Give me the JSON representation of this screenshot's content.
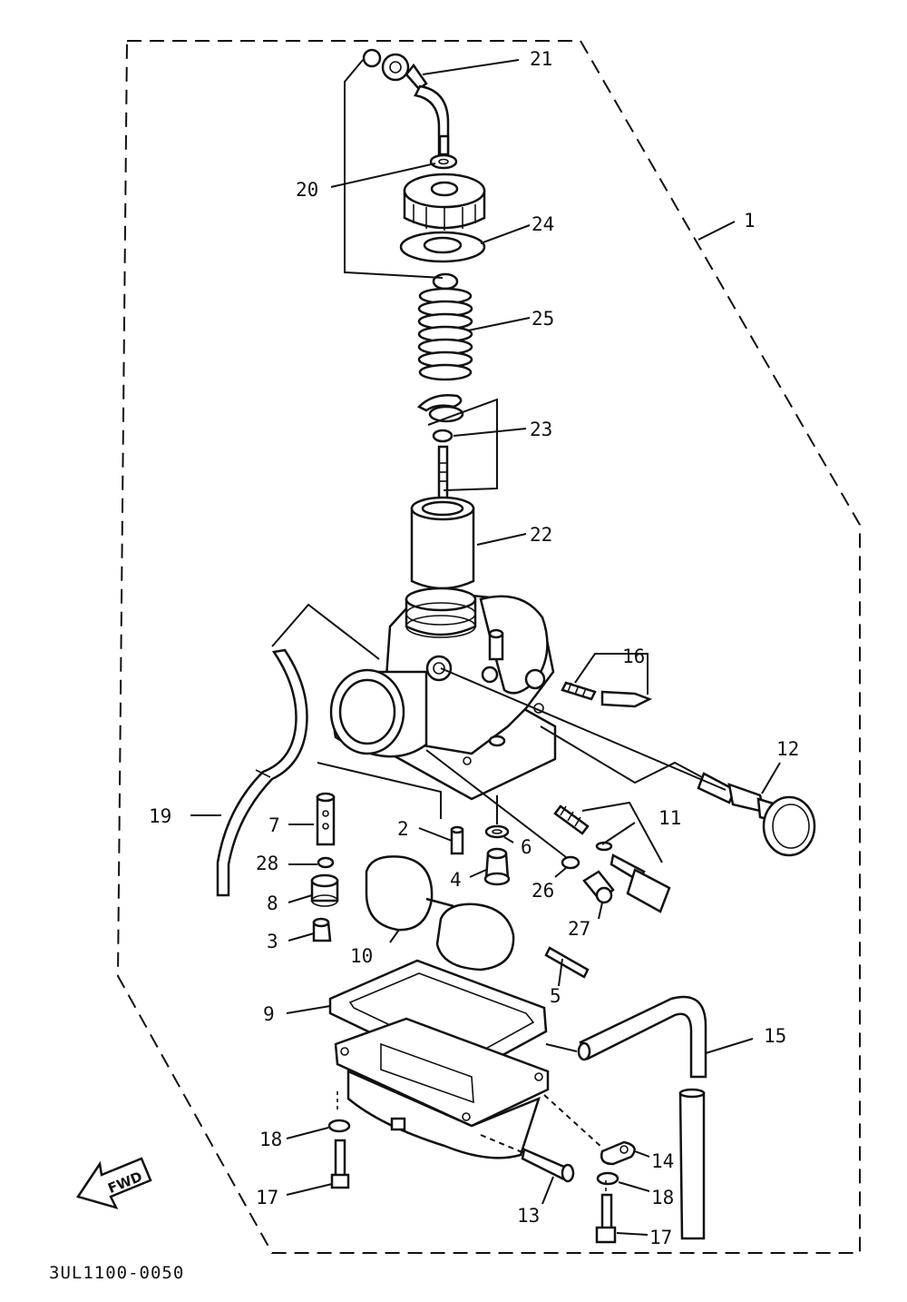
{
  "diagram": {
    "doc_code": "3UL1100-0050",
    "fwd_label": "FWD",
    "callouts": [
      {
        "id": "c1",
        "text": "1"
      },
      {
        "id": "c2",
        "text": "2"
      },
      {
        "id": "c3",
        "text": "3"
      },
      {
        "id": "c4",
        "text": "4"
      },
      {
        "id": "c5",
        "text": "5"
      },
      {
        "id": "c6",
        "text": "6"
      },
      {
        "id": "c7",
        "text": "7"
      },
      {
        "id": "c8",
        "text": "8"
      },
      {
        "id": "c9",
        "text": "9"
      },
      {
        "id": "c10",
        "text": "10"
      },
      {
        "id": "c11",
        "text": "11"
      },
      {
        "id": "c12",
        "text": "12"
      },
      {
        "id": "c13",
        "text": "13"
      },
      {
        "id": "c14",
        "text": "14"
      },
      {
        "id": "c15",
        "text": "15"
      },
      {
        "id": "c16",
        "text": "16"
      },
      {
        "id": "c17a",
        "text": "17"
      },
      {
        "id": "c17b",
        "text": "17"
      },
      {
        "id": "c18a",
        "text": "18"
      },
      {
        "id": "c18b",
        "text": "18"
      },
      {
        "id": "c19",
        "text": "19"
      },
      {
        "id": "c20",
        "text": "20"
      },
      {
        "id": "c21",
        "text": "21"
      },
      {
        "id": "c22",
        "text": "22"
      },
      {
        "id": "c23",
        "text": "23"
      },
      {
        "id": "c24",
        "text": "24"
      },
      {
        "id": "c25",
        "text": "25"
      },
      {
        "id": "c26",
        "text": "26"
      },
      {
        "id": "c27",
        "text": "27"
      },
      {
        "id": "c28",
        "text": "28"
      }
    ]
  }
}
